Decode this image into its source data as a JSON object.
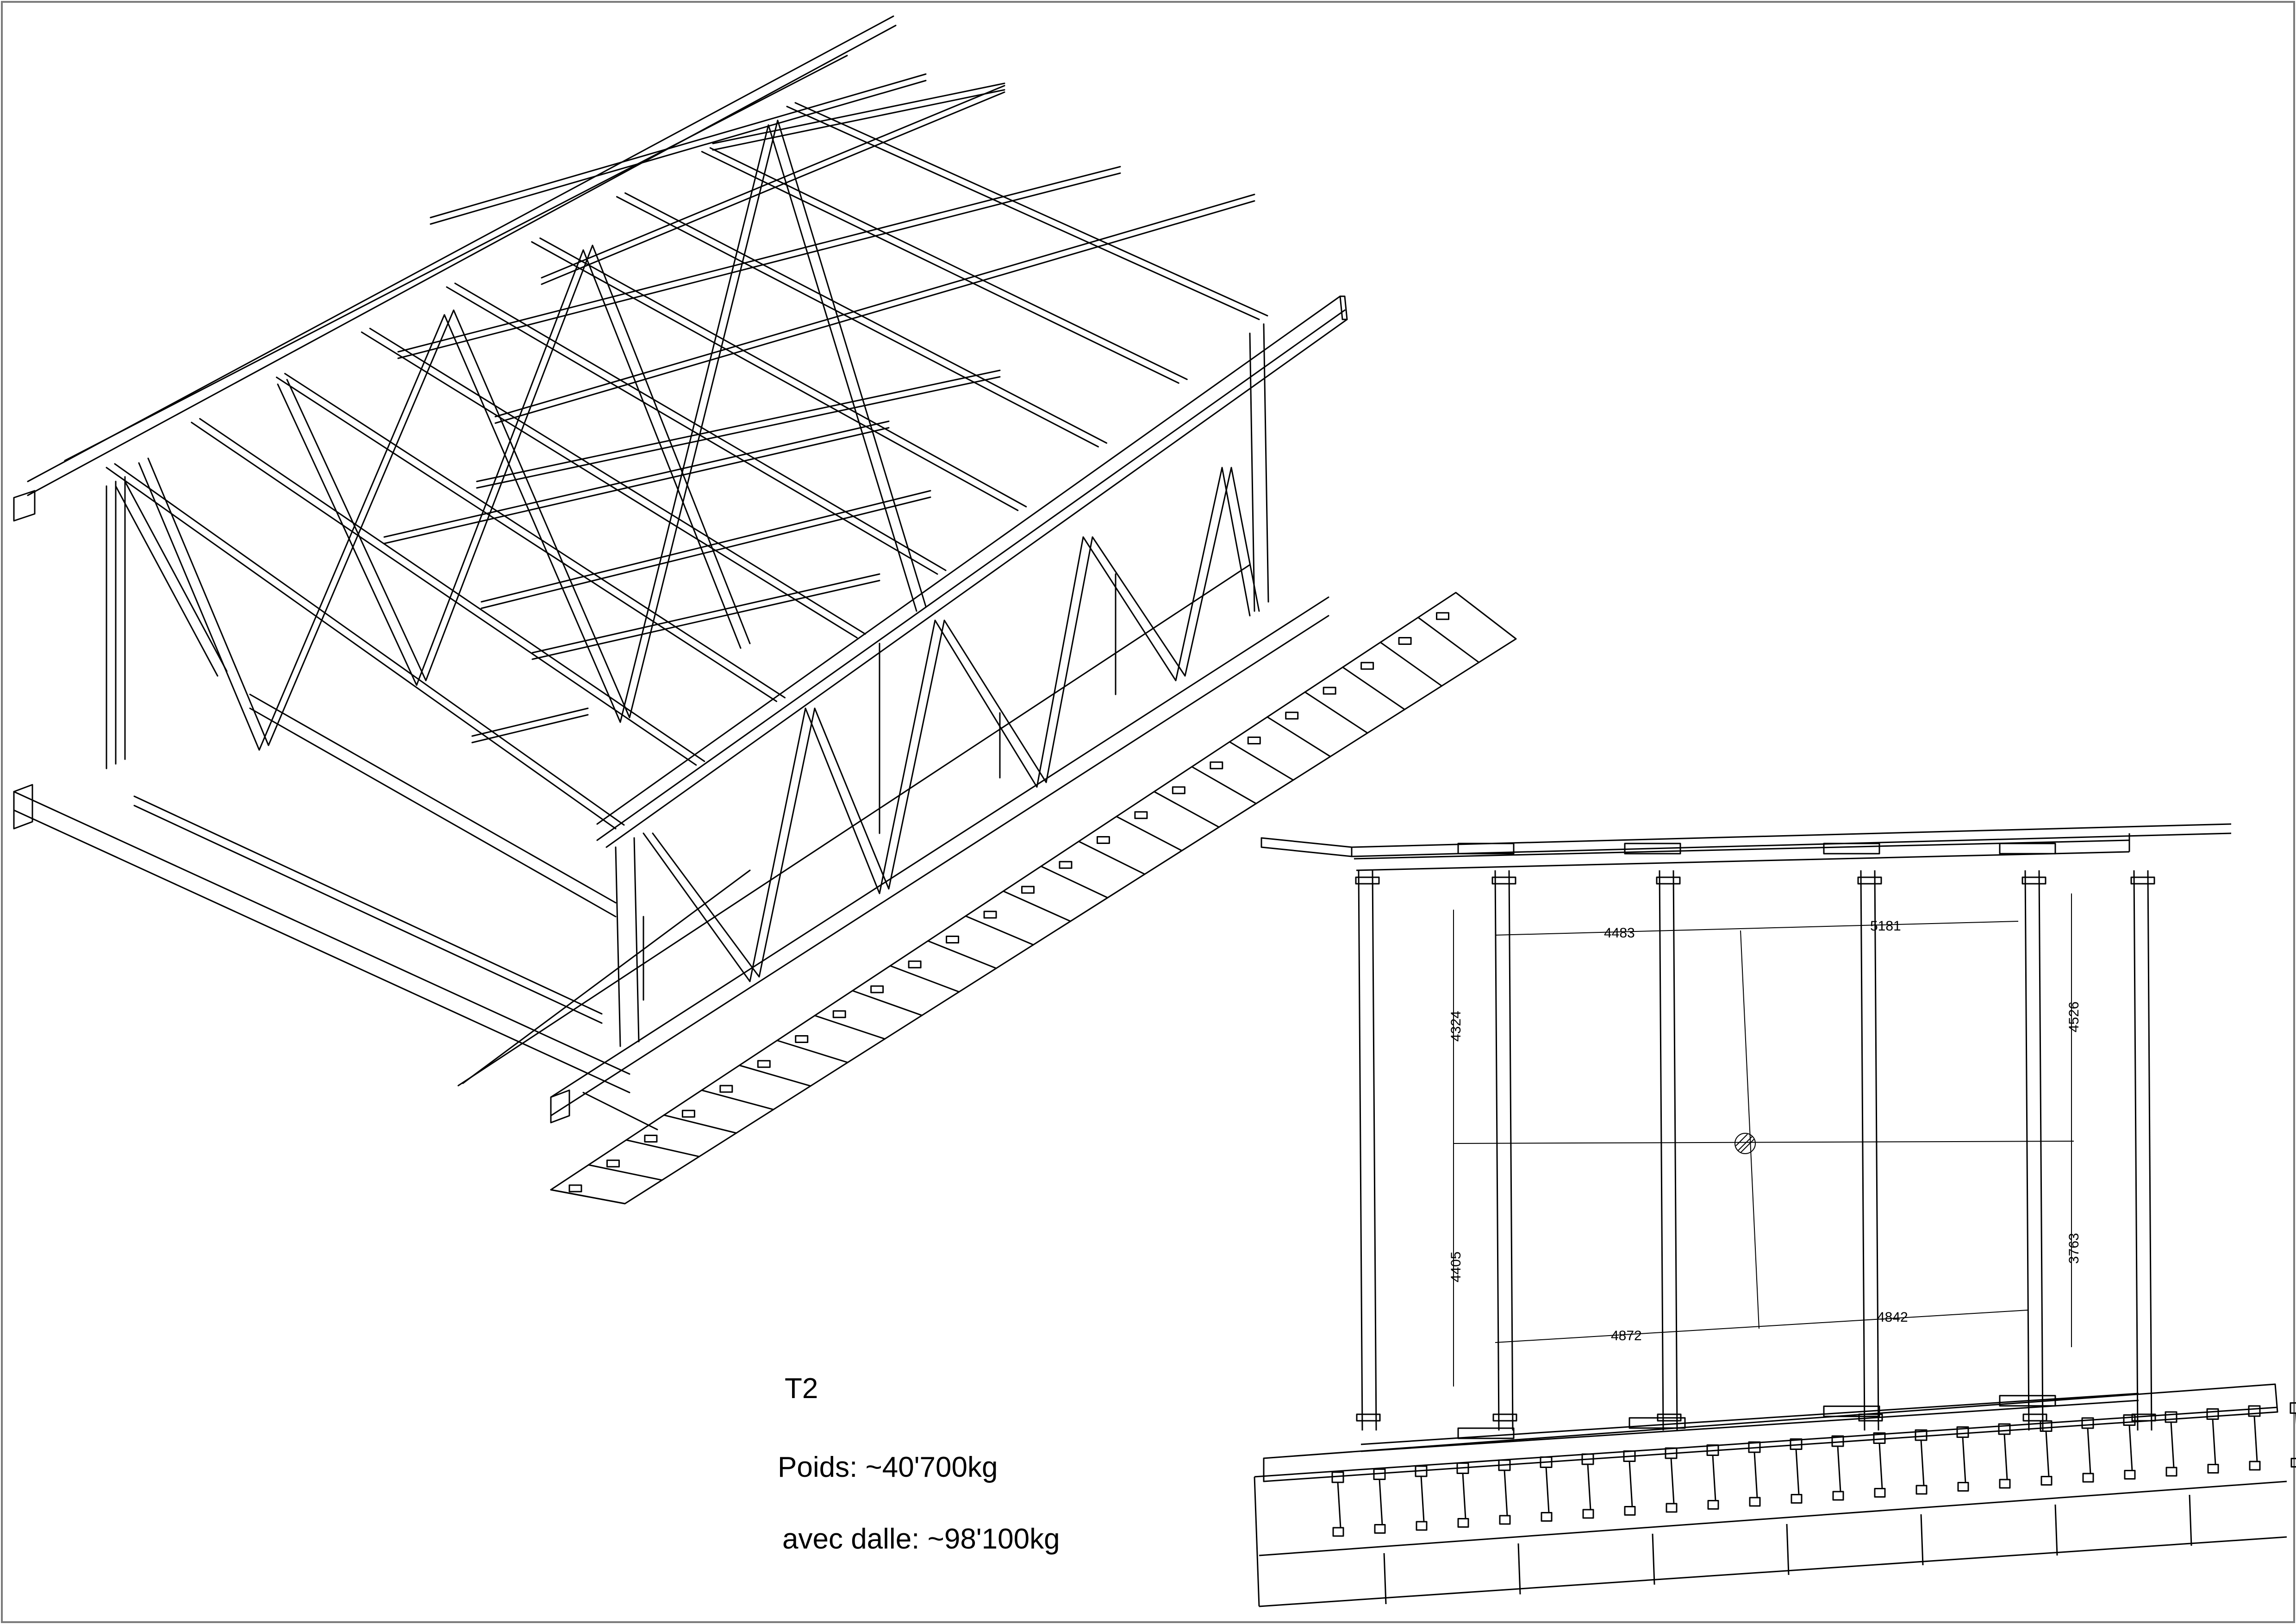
{
  "sheet": {
    "stroke_color": "#000000",
    "background_color": "#ffffff",
    "border_color": "#7a7a7a"
  },
  "title_block": {
    "name": "T2",
    "weight": "Poids: ~40'700kg",
    "weight_with_slab": "avec dalle: ~98'100kg"
  },
  "plan_view": {
    "dimensions": {
      "top_left_span": "4483",
      "top_right_span": "5181",
      "bottom_left_span": "4872",
      "bottom_right_span": "4842",
      "left_upper_height": "4324",
      "left_lower_height": "4405",
      "right_upper_height": "4526",
      "right_lower_height": "3763"
    }
  }
}
